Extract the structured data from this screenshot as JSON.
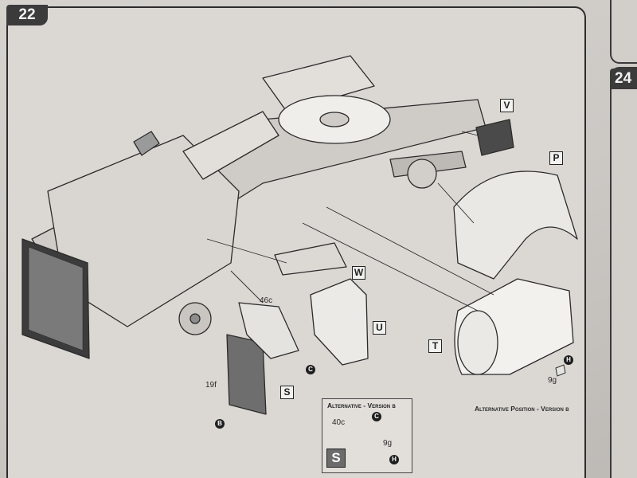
{
  "page": {
    "step_number": "22",
    "next_step_number": "24"
  },
  "part_labels": {
    "V": "V",
    "P": "P",
    "W": "W",
    "U": "U",
    "T": "T",
    "S": "S"
  },
  "part_numbers": {
    "p46c": "46c",
    "p19f": "19f",
    "p9g": "9g"
  },
  "callouts": {
    "c1": "C",
    "b1": "B",
    "h1": "H"
  },
  "alternative_box": {
    "title": "Alternative - Version b",
    "part_40c": "40c",
    "part_9g": "9g",
    "callout_c": "C",
    "callout_h": "H",
    "parts_letter": "S"
  },
  "alternative_position_note": "Alternative Position - Version b"
}
